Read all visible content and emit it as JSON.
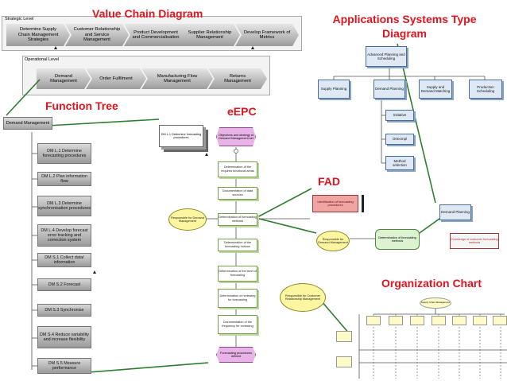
{
  "titles": {
    "value_chain": "Value Chain Diagram",
    "applications": "Applications Systems Type Diagram",
    "function_tree": "Function Tree",
    "eepc": "eEPC",
    "fad": "FAD",
    "org_chart": "Organization Chart"
  },
  "value_chain": {
    "strategic_label": "Strategic Level",
    "strategic": [
      "Determine Supply Chain Management Strategies",
      "Customer Relationship and Service Management",
      "Product Development and Commercialisation",
      "Supplier Relationship Management",
      "Develop Framework of Metrics"
    ],
    "operational_label": "Operational Level",
    "operational": [
      "Demand Management",
      "Order Fulfilment",
      "Manufacturing Flow Management",
      "Returns Management"
    ]
  },
  "function_tree": {
    "root": "Demand Management",
    "items": [
      "DM L.1 Determine forecasting procedures",
      "DM L.2 Plan information flow",
      "DM L.3 Determine synchronisation procedures",
      "DM L.4 Develop forecast error tracking and correction system",
      "DM S.1 Collect data/ information",
      "DM S.2 Forecast",
      "DM S.3 Synchronise",
      "DM S.4 Reduce variability and increase flexibility",
      "DM S.5 Measure performance"
    ]
  },
  "eepc": {
    "top_doc": "DM L.1 Determine forecasting procedures",
    "start_event": "Objectives and strategy of Demand Management set",
    "steps": [
      "Determination of the required functional areas",
      "Documentation of data sources",
      "Determination of forecasting methods",
      "Determination of the forecasting horizon",
      "Determination of the level of forecasting",
      "Determination of reviewing for forecasting",
      "Documentation of the frequency for reviewing",
      "Forecasting procedures defined"
    ],
    "role": "Responsible for Demand Management",
    "role2": "Responsible for Customer Relationship Management"
  },
  "fad": {
    "item": "Identification of forecasting procedures",
    "role": "Responsible for Demand Management",
    "function": "Determination of forecasting methods",
    "knowledge": "Knowledge of customer forecasting methods"
  },
  "applications": {
    "root": "Advanced Planning and Scheduling",
    "children": [
      "Supply Planning",
      "Demand Planning",
      "Supply and Demand Matching",
      "Production Scheduling"
    ],
    "sub": [
      "Initiative",
      "Ortecmpl",
      "Method selection"
    ],
    "bottom": "Demand Planning"
  },
  "org_chart": {
    "top": "Supply Chain Management"
  },
  "colors": {
    "title_red": "#e0141e",
    "chevron_gray": "#b4b4b4",
    "epc_green": "#78a24a",
    "app_blue": "#4a6e9a",
    "event_pink": "#e8b3e6",
    "role_yellow": "#fdf6a0"
  }
}
